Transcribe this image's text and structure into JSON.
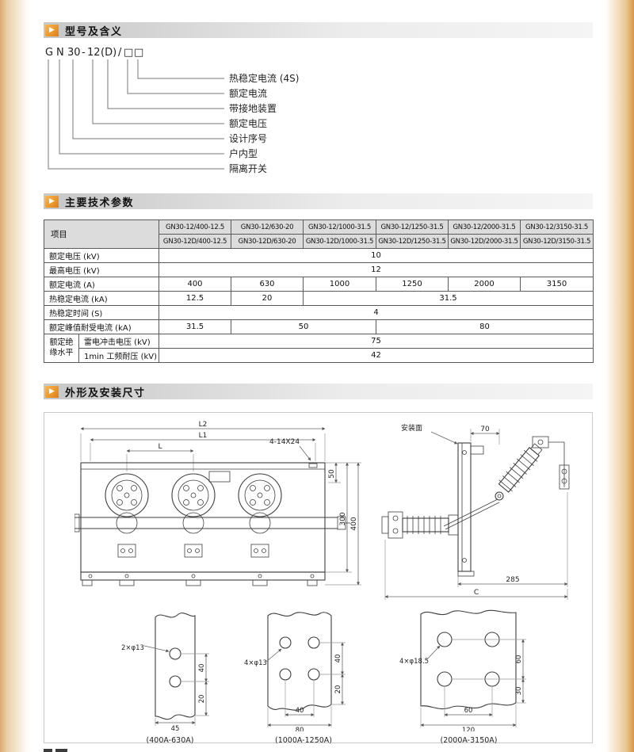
{
  "sections": {
    "model": "型号及含义",
    "params": "主要技术参数",
    "outline": "外形及安装尺寸"
  },
  "model_diagram": {
    "code_parts": [
      "G",
      "N",
      "30",
      "-",
      "12",
      "(D)",
      "/",
      "□",
      "□"
    ],
    "labels": [
      "热稳定电流 (4S)",
      "额定电流",
      "带接地装置",
      "额定电压",
      "设计序号",
      "户内型",
      "隔离开关"
    ]
  },
  "table": {
    "item_header": "项目",
    "models_row1": [
      "GN30-12/400-12.5",
      "GN30-12/630-20",
      "GN30-12/1000-31.5",
      "GN30-12/1250-31.5",
      "GN30-12/2000-31.5",
      "GN30-12/3150-31.5"
    ],
    "models_row2": [
      "GN30-12D/400-12.5",
      "GN30-12D/630-20",
      "GN30-12D/1000-31.5",
      "GN30-12D/1250-31.5",
      "GN30-12D/2000-31.5",
      "GN30-12D/3150-31.5"
    ],
    "rows": {
      "voltage": {
        "label": "额定电压 (kV)",
        "value": "10"
      },
      "max_voltage": {
        "label": "最高电压 (kV)",
        "value": "12"
      },
      "current": {
        "label": "额定电流 (A)",
        "v1": "400",
        "v2": "630",
        "v3": "1000",
        "v4": "1250",
        "v5": "2000",
        "v6": "3150"
      },
      "thermal": {
        "label": "热稳定电流 (kA)",
        "v1": "12.5",
        "v2": "20",
        "v3": "31.5"
      },
      "time": {
        "label": "热稳定时间 (S)",
        "value": "4"
      },
      "peak": {
        "label": "额定峰值耐受电流 (kA)",
        "v1": "31.5",
        "v2": "50",
        "v3": "80"
      },
      "insulation": {
        "group_label": "额定绝缘水平",
        "impulse_label": "雷电冲击电压 (kV)",
        "impulse_value": "75",
        "power_freq_label": "1min 工频耐压 (kV)",
        "power_freq_value": "42"
      }
    }
  },
  "drawings": {
    "front": {
      "L2": "L2",
      "L1": "L1",
      "L": "L",
      "slot_label": "4-14X24",
      "dim_50": "50",
      "dim_300": "300",
      "dim_400": "400"
    },
    "side": {
      "mount_face": "安装面",
      "dim_70": "70",
      "dim_285": "285",
      "dim_C": "C"
    },
    "holes": [
      {
        "spec": "2×φ13",
        "v_spacing": "40",
        "bottom_offset": "20",
        "width": "45",
        "caption": "(400A-630A)"
      },
      {
        "spec": "4×φ13",
        "v_spacing": "40",
        "bottom_offset": "20",
        "h_spacing": "40",
        "width": "80",
        "caption": "(1000A-1250A)"
      },
      {
        "spec": "4×φ18.5",
        "v_spacing": "60",
        "bottom_offset": "30",
        "h_spacing": "60",
        "width": "120",
        "caption": "(2000A-3150A)"
      }
    ]
  }
}
